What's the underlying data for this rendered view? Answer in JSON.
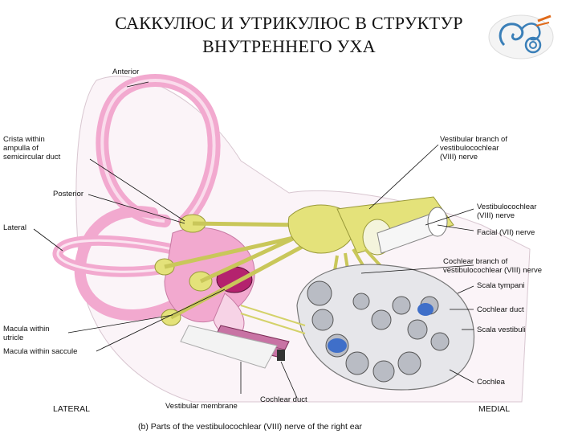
{
  "title": {
    "line1": "САККУЛЮС И УТРИКУЛЮС В СТРУКТУР",
    "line2": "ВНУТРЕННЕГО УХА"
  },
  "labels": {
    "anterior": "Anterior",
    "crista": "Crista within\nampulla of\nsemicircular duct",
    "posterior": "Posterior",
    "lateral": "Lateral",
    "macula_utricle": "Macula within\nutricle",
    "macula_saccule": "Macula within saccule",
    "vestibular_branch": "Vestibular branch of\nvestibulocochlear\n(VIII) nerve",
    "vestibulocochlear": "Vestibulocochlear\n(VIII) nerve",
    "facial": "Facial (VII) nerve",
    "cochlear_branch": "Cochlear branch of\nvestibulocochlear (VIII) nerve",
    "scala_tympani": "Scala tympani",
    "cochlear_duct_right": "Cochlear duct",
    "scala_vestibuli": "Scala vestibuli",
    "cochlea": "Cochlea",
    "vestibular_membrane": "Vestibular membrane",
    "cochlear_duct_bottom": "Cochlear duct",
    "lateral_bottom": "LATERAL",
    "medial_bottom": "MEDIAL",
    "caption": "(b) Parts of the vestibulocochlear (VIII) nerve of the right ear"
  },
  "colors": {
    "labyrinth_pink": "#f2a9cf",
    "membrane_pale": "#f7d3e6",
    "nerve_yellow": "#e4e27a",
    "nerve_outline": "#9a9a3a",
    "cochlea_grey": "#b9bcc4",
    "duct_blue": "#3f6fc9",
    "macula_magenta": "#b4226e"
  }
}
